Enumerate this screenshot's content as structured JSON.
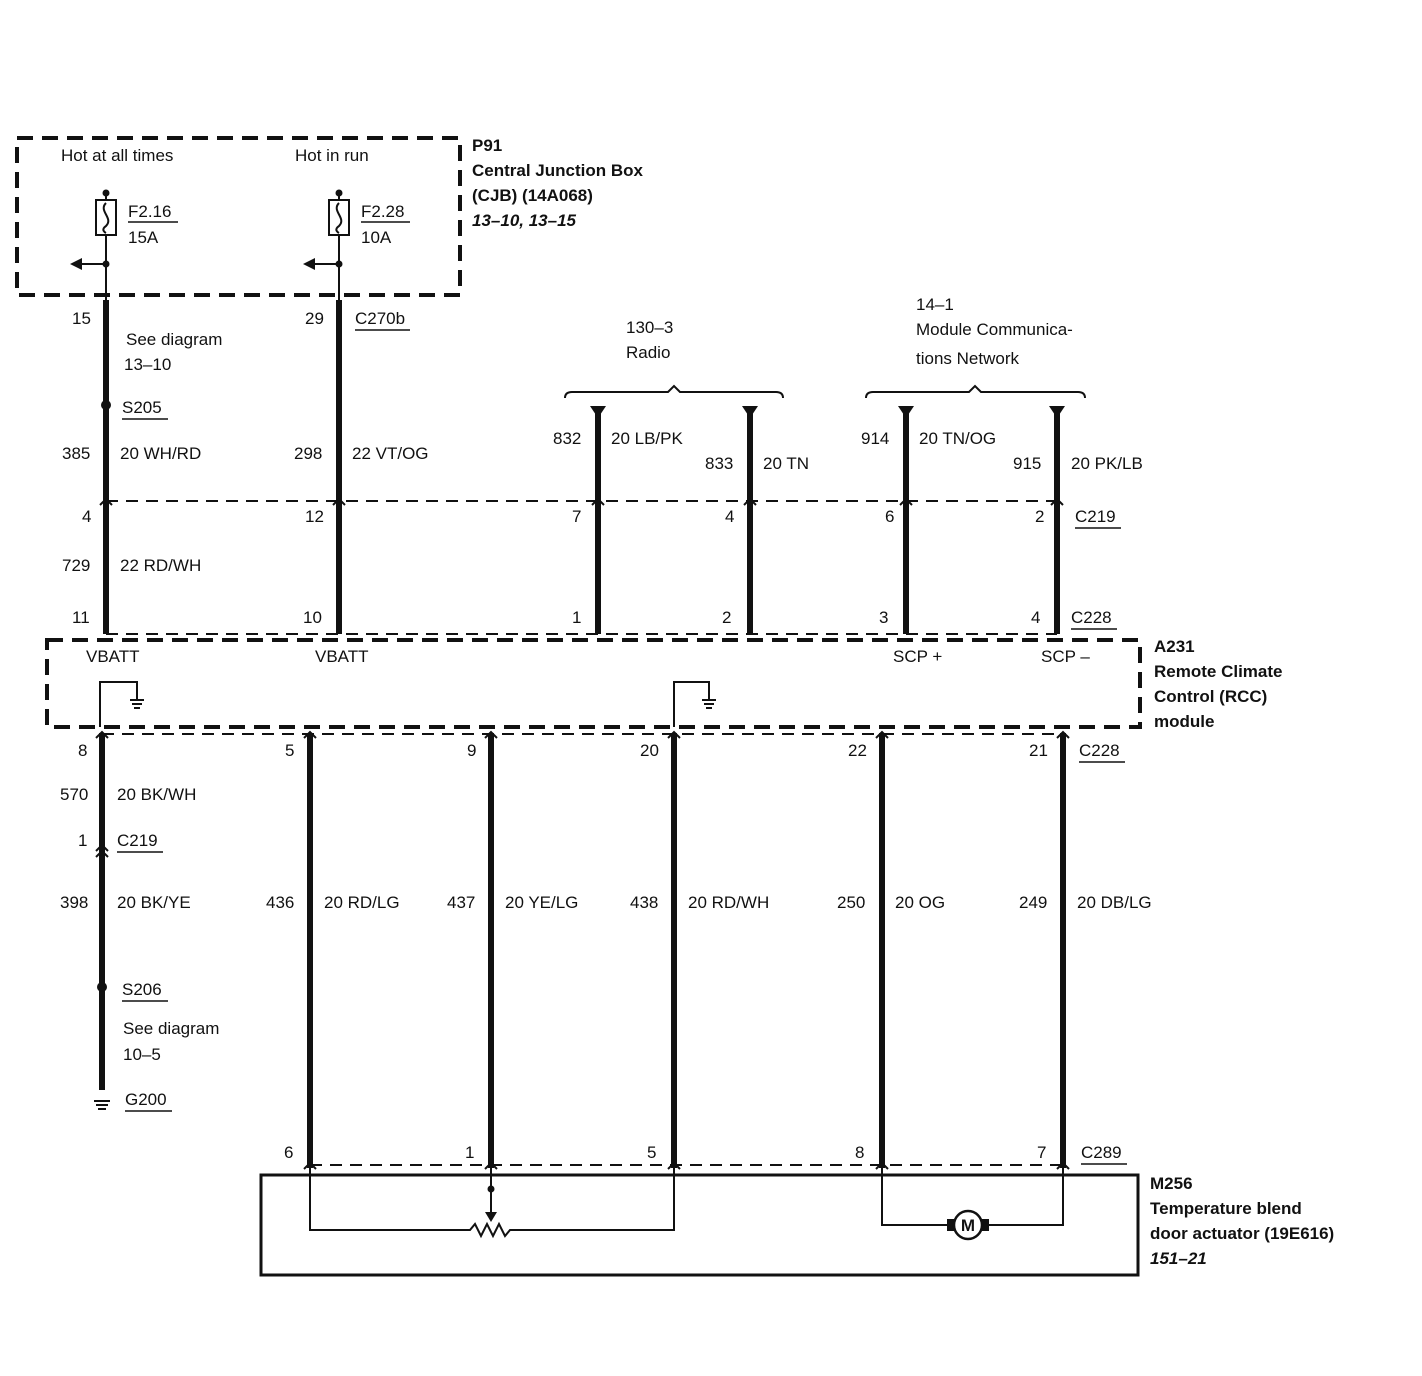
{
  "cjb": {
    "id": "P91",
    "name": "Central Junction Box",
    "code": "(CJB) (14A068)",
    "refs": "13–10, 13–15",
    "hot_always": "Hot at all times",
    "hot_run": "Hot in run",
    "fuse1": {
      "id": "F2.16",
      "rating": "15A"
    },
    "fuse2": {
      "id": "F2.28",
      "rating": "10A"
    }
  },
  "rcc": {
    "id": "A231",
    "line1": "Remote Climate",
    "line2": "Control (RCC)",
    "line3": "module",
    "pin_vbatt1": "VBATT",
    "pin_vbatt2": "VBATT",
    "pin_scp_plus": "SCP +",
    "pin_scp_minus": "SCP –"
  },
  "actuator": {
    "id": "M256",
    "line1": "Temperature blend",
    "line2": "door actuator (19E616)",
    "ref": "151–21",
    "motor": "M"
  },
  "radio": {
    "ref": "130–3",
    "name": "Radio"
  },
  "network": {
    "ref": "14–1",
    "line1": "Module Communica-",
    "line2": "tions Network"
  },
  "upper": {
    "pin15": "15",
    "pin29": "29",
    "c270b": "C270b",
    "see1": "See diagram",
    "see1_ref": "13–10",
    "s205": "S205",
    "w385": "385",
    "c385": "20 WH/RD",
    "w298": "298",
    "c298": "22 VT/OG",
    "w832": "832",
    "c832": "20 LB/PK",
    "w833": "833",
    "c833": "20 TN",
    "w914": "914",
    "c914": "20 TN/OG",
    "w915": "915",
    "c915": "20 PK/LB",
    "c219_pins": [
      "4",
      "12",
      "7",
      "4",
      "6",
      "2"
    ],
    "c219": "C219",
    "w729": "729",
    "c729": "22 RD/WH",
    "c228_pins": [
      "11",
      "10",
      "1",
      "2",
      "3",
      "4"
    ],
    "c228": "C228"
  },
  "lower": {
    "c228_pins": [
      "8",
      "5",
      "9",
      "20",
      "22",
      "21"
    ],
    "c228": "C228",
    "w570": "570",
    "c570": "20 BK/WH",
    "c219_pin": "1",
    "c219": "C219",
    "w398": "398",
    "c398": "20 BK/YE",
    "w436": "436",
    "c436": "20 RD/LG",
    "w437": "437",
    "c437": "20 YE/LG",
    "w438": "438",
    "c438": "20 RD/WH",
    "w250": "250",
    "c250": "20 OG",
    "w249": "249",
    "c249": "20 DB/LG",
    "s206": "S206",
    "see2": "See diagram",
    "see2_ref": "10–5",
    "g200": "G200",
    "c289_pins": [
      "6",
      "1",
      "5",
      "8",
      "7"
    ],
    "c289": "C289"
  }
}
